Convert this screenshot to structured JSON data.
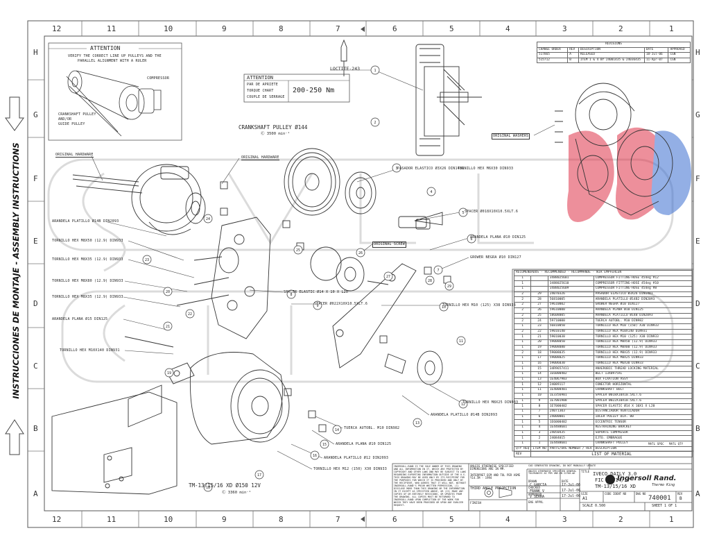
{
  "sheet": {
    "side_title": "INSTRUCCIONES DE MONTAJE - ASSEMBLY INSTRUCTIONS",
    "zones_top": [
      "12",
      "11",
      "10",
      "9",
      "8",
      "7",
      "6",
      "5",
      "4",
      "3",
      "2",
      "1"
    ],
    "zones_side": [
      "H",
      "G",
      "F",
      "E",
      "D",
      "C",
      "B",
      "A"
    ]
  },
  "attention_box": {
    "title": "ATTENTION",
    "line1": "VERIFY THE CORRECT LINE UP PULLEYS AND THE",
    "line2": "PARALLEL ALIGNMENT WITH A RULER",
    "compressor": "COMPRESSOR",
    "crank1": "CRANKSHAFT PULLEY",
    "crank2": "AND/OR",
    "crank3": "GUIDE PULLEY"
  },
  "torque_box": {
    "title": "ATTENTION",
    "l1": "PAR DE APRIETE",
    "l2": "TORQUE CHART",
    "l3": "COUPLE DE SERRAGE",
    "value": "200-250 Nm"
  },
  "labels": {
    "loctite": "LOCTITE-243",
    "crank_pulley": "CRANKSHAFT PULLEY Ø144",
    "crank_rpm": "Ⓒ 3500 min⁻¹",
    "orig_hw_1": "ORIGINAL HARDWARE",
    "orig_hw_2": "ORIGINAL HARDWARE",
    "orig_washers": "ORIGINAL WASHERS",
    "orig_screw": "ORIGINAL SCREW",
    "pasador": "PASADOR ELASTICO Ø3X26 DIN1481",
    "torn_m6x30_r": "TORNILLO HEX M6X30 DIN933",
    "spacer_0018": "SPACER Ø018X10X10.5XLT.6",
    "arandela_plana_10": "ARANDELA PLANA Ø10 DIN125",
    "grower_10": "GROWER NEGRA Ø10 DIN127",
    "arandela_platillo_8": "ARANDELA PLATILLO Ø14B DIN2093",
    "torn_m8x50": "TORNILLO HEX M8X50 (12.9) DIN933",
    "torn_m8x35a": "TORNILLO HEX M8X35 (12.9) DIN933",
    "torn_m8x80": "TORNILLO HEX M8X80 (12.9) DIN933",
    "torn_m8x35b": "TORNILLO HEX M8X35 (12.9) DIN933",
    "spacer_elastic": "SPACER ELASTIC Ø14 X 10 X L20",
    "spacer_0022": "SPACER Ø022X10X10.5XLT.6",
    "arandela_plana_15": "ARANDELA PLANA Ø15 DIN125",
    "torn_m10x125": "TORNILLO HEX M10 (125) X38 DIN933",
    "torn_m10x140": "TORNILLO HEX M10X140 DIN931",
    "torn_m8x25": "TORNILLO HEX M8X25 DIN933",
    "tuerca_m10": "TUERCA AUTOBL. M10 DIN982",
    "arandela_platillo_b": "ARANDELA PLATILLO Ø14B DIN2093",
    "arandela_plana_b": "ARANDELA PLANA Ø10 DIN125",
    "arandela_platillo_c": "ARANDELA PLATILLO Ø12 DIN2093",
    "torn_m12x150": "TORNILLO HEX M12 (150) X30 DIN933",
    "compressor_model": "TM-13/15/16 XD Ø150 12V",
    "compressor_rpm": "Ⓒ 3360 min⁻¹"
  },
  "balloons": [
    "1",
    "2",
    "3",
    "4",
    "5",
    "6",
    "7",
    "8",
    "9",
    "10",
    "11",
    "12",
    "13",
    "14",
    "15",
    "16",
    "17",
    "18",
    "19",
    "20",
    "21",
    "22",
    "23",
    "24",
    "25",
    "26",
    "27",
    "28",
    "29"
  ],
  "revisions": {
    "title": "REVISIONS",
    "headers": [
      "CHANGE ORDER",
      "REV",
      "DESCRIPTION",
      "DATE",
      "APPROVED"
    ],
    "rows": [
      [
        "517865",
        "A",
        "RELEASED",
        "18-Jul-06",
        "CGN"
      ],
      [
        "515712",
        "B",
        "ITEM 1 & 4 BY 24001435 & 24036435",
        "11-Apr-07",
        "CGN"
      ]
    ]
  },
  "bom": {
    "recommended_title": "RECOMENDADOS - RECOMMENDED - RECOMMANDE - WIR EMPFEHLEN",
    "recommended_rows": [
      [
        "1",
        "3488025601",
        "COMPRESSOR FITTING-HOSE 454eg #12"
      ],
      [
        "1",
        "3488025610",
        "COMPRESSOR FITTING-HOSE 454eg #10"
      ],
      [
        "1",
        "3488025609",
        "COMPRESSOR FITTING-HOSE 454eg #8"
      ]
    ],
    "rows": [
      [
        "2",
        "29",
        "24070326",
        "PASADOR ELASTICO Ø3X26 DIN1481"
      ],
      [
        "2",
        "28",
        "56810005",
        "ARANDELA PLATILLO Ø14B2 DIN2093"
      ],
      [
        "2",
        "27",
        "59610002",
        "GROWER NEGRA Ø10 DIN127"
      ],
      [
        "2",
        "26",
        "59610000",
        "ARANDELA PLANA Ø10 DIN125"
      ],
      [
        "2",
        "25",
        "58608005",
        "ARANDELA PLATILLO Ø14B DIN2093"
      ],
      [
        "2",
        "24",
        "59710000",
        "TUERCA AUTOBL. M10 DIN982"
      ],
      [
        "1",
        "23",
        "56810050",
        "TORNILLO HEX M10 (150) X30 DIN933"
      ],
      [
        "2",
        "22",
        "59010140",
        "TORNILLO HEX M10X140 DIN931"
      ],
      [
        "1",
        "21",
        "59010038",
        "TORNILLO HEX M10 (125) X38 DIN933"
      ],
      [
        "1",
        "20",
        "59008050",
        "TORNILLO HEX M8X50 (12.9) DIN933"
      ],
      [
        "1",
        "19",
        "59008080",
        "TORNILLO HEX M8X80 (12.9) DIN933"
      ],
      [
        "2",
        "18",
        "59008035",
        "TORNILLO HEX M8X35 (12.9) DIN933"
      ],
      [
        "1",
        "17",
        "59008025",
        "TORNILLO HEX M8X25 DIN933"
      ],
      [
        "1",
        "16",
        "59006030",
        "TORNILLO HEX M6X30 DIN933"
      ],
      [
        "1",
        "15",
        "34R9657411",
        "ANAEROBIC THREAD LOCKING MATERIAL"
      ],
      [
        "1",
        "14",
        "1E6000402",
        "BELT 13X0975XL"
      ],
      [
        "1",
        "13",
        "1E4067903",
        "BOX FIXATION ASSY"
      ],
      [
        "1",
        "12",
        "24089117",
        "CONECTOR HORIZONTAL"
      ],
      [
        "1",
        "11",
        "1E4008401",
        "CRANKSHAFT BOLT"
      ],
      [
        "1",
        "10",
        "1E3356901",
        "SPACER Ø018X10X10.5XLT.6"
      ],
      [
        "1",
        "9",
        "1E7001908",
        "SPACER Ø022X10X10.5XLT.6"
      ],
      [
        "1",
        "8",
        "1E7000402",
        "SPACER ELASTIC Ø14 X 10X1 X L20"
      ],
      [
        "1",
        "7",
        "24071303",
        "DISTANCIADOR VENTILADOR"
      ],
      [
        "1",
        "6",
        "24000001",
        "IDLER PULLEY DIA. 80"
      ],
      [
        "1",
        "5",
        "1E6000402",
        "ECCENTRIC TENSOR"
      ],
      [
        "1",
        "4",
        "1E4488601",
        "RESTRAINING BRACKET"
      ],
      [
        "1",
        "3",
        "24050435",
        "SOPORTE COMPRESOR"
      ],
      [
        "1",
        "2",
        "24084015",
        "EJTO. EMBRAGUE"
      ],
      [
        "1",
        "1",
        "1E4488601",
        "CRANKSHAFT PULLEY"
      ]
    ],
    "footer_qty": "QTY REQ",
    "footer_item": "ITEM NO",
    "footer_part": "PARTS/ORG NUMBER / REV",
    "footer_desc": "DESCRIPTION",
    "footer_matl": "MATL SPEC",
    "footer_matlqty": "MATL QTY",
    "list_title": "LIST OF MATERIAL",
    "rev_label": "REV"
  },
  "title_block": {
    "copyright": "INGERSOLL-RAND IS THE SOLE OWNER OF THIS DRAWING AND ALL INFORMATION IN IT, WHICH ARE PROTECTED BY COPYRIGHT AND OTHER LAWS AND MAY BE SUBJECT TO LAWS REGARDING EXPORTING INFORMATION OUTSIDE OF THE U.S. THIS DRAWING MAY BE USED ONLY BY ITS RECIPIENT FOR THE PURPOSES FOR WHICH IT IS PROVIDED AND ONLY BY THE RECIPIENT, WHO AGREES THAT IT WILL NOT, WITHOUT INGERSOLL-RAND'S PRIOR WRITTEN PERMISSION, (I) DISCLOSE MORE THAN THIS DRAWING OR THE INFORMATION IN IT EXCEPT AS SPECIFIED ABOVE, OR (II) MAKE ANY COPIES OF OR ENTIRELY REVISIONS, OR UPDATES FROM THE DRAWING. ALL COPIES MUST BE RETURNED TO INGERSOLL-RAND UPON COMPLETION OF THE WORK FOR WHICH THEY HAVE BEEN PROVIDED OR UPON ANY EARLIER REQUEST.",
    "tolerances1": "UNLESS OTHERWISE SPECIFIED DIMENSIONS ARE IN MM.",
    "tolerances2": "INTERPRET DIM AND TOL PER ASME Y14.5M - 1994",
    "cad": "CAD GENERATED DRAWING, DO NOT MANUALLY UPDATE",
    "tol_note": "UNLESS OTHERWISE SPECIFIED GENERAL TOLERANCES AS PER UNE-EN 22768-mK",
    "projection": "THIRD ANGLE PROJECTION",
    "finish": "FINISH",
    "drawn_label": "DRAWN",
    "drawn_name": "C GARCIA",
    "date_label": "DATE",
    "drawn_date": "17-Jul-06",
    "checked_label": "CHECKED",
    "checked_name": "FRANK V",
    "checked_date": "17-Jul-06",
    "approved_label": "APPROVED",
    "approved_name": "V SERRA",
    "approved_date": "17-Jul-06",
    "eng_label": "ENG APPVL",
    "brand": "Ingersoll Rand.",
    "brand_sub": "Thermo King",
    "title_label": "TITLE",
    "title1": "IVECO DAILY 3.0",
    "title2": "FIC XXY14/17",
    "title3": "TM-13/15/16 XD",
    "size_label": "SIZE",
    "size": "A1",
    "cage_label": "CODE IDENT NO",
    "dwg_label": "DWG NO",
    "dwg_no": "740001",
    "rev_label": "REV",
    "rev": "B",
    "scale": "SCALE 0.500",
    "sheet": "SHEET 1 OF 1"
  },
  "colors": {
    "line": "#333333",
    "watermark_red": "#e0344b",
    "watermark_blue": "#3c6fd1"
  }
}
